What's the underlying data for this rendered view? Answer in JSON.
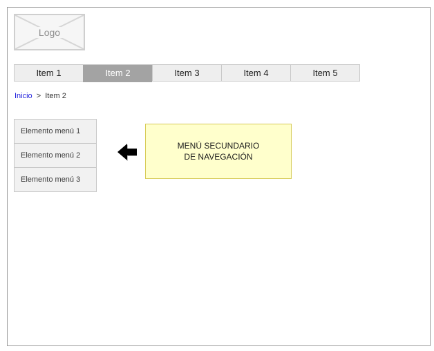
{
  "logo": {
    "label": "Logo"
  },
  "nav": {
    "items": [
      {
        "label": "Item 1",
        "active": false
      },
      {
        "label": "Item 2",
        "active": true
      },
      {
        "label": "Item 3",
        "active": false
      },
      {
        "label": "Item 4",
        "active": false
      },
      {
        "label": "Item 5",
        "active": false
      }
    ]
  },
  "breadcrumb": {
    "home": "Inicio",
    "separator": ">",
    "current": "Item 2"
  },
  "side_menu": {
    "items": [
      {
        "label": "Elemento menú 1"
      },
      {
        "label": "Elemento menú 2"
      },
      {
        "label": "Elemento menú 3"
      }
    ]
  },
  "annotation": {
    "line1": "MENÚ SECUNDARIO",
    "line2": "DE NAVEGACIÓN"
  },
  "icons": {
    "logo_placeholder": "image-placeholder-cross",
    "annotation_arrow": "left-arrow"
  },
  "colors": {
    "page_border": "#9a9a9a",
    "nav_bg": "#eeeeee",
    "nav_active_bg": "#a3a3a3",
    "nav_active_text": "#ffffff",
    "link_blue": "#2222dd",
    "menu_bg": "#f1f1f1",
    "annotation_bg": "#ffffcc",
    "annotation_border": "#d6ca54",
    "arrow_black": "#000000"
  }
}
